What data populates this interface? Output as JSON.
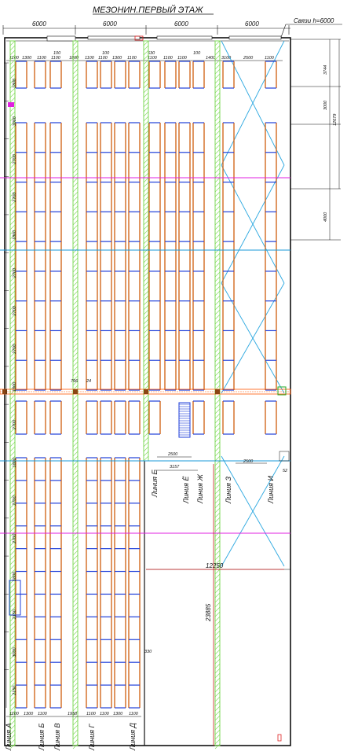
{
  "title": "МЕЗОНИН.ПЕРВЫЙ ЭТАЖ",
  "bracing_note": "Связи h=6000",
  "bays_top": [
    "6000",
    "6000",
    "6000",
    "6000"
  ],
  "top_small_dims": [
    "1100",
    "1300",
    "1100",
    "1100",
    "1800",
    "1100",
    "1100",
    "1300",
    "1100",
    "1100",
    "1100",
    "1100",
    "1400",
    "3100",
    "2500",
    "1100"
  ],
  "top_tiny_dims": [
    "100",
    "100",
    "630",
    "100"
  ],
  "bottom_small_dims": [
    "1100",
    "1300",
    "1100",
    "1950",
    "1100",
    "1100",
    "1300",
    "1100"
  ],
  "left_dims": [
    "1800",
    "3000",
    "2700",
    "2700",
    "1800",
    "2700",
    "2700",
    "2700",
    "1800",
    "2700",
    "1800",
    "2700",
    "2700",
    "1800",
    "2150",
    "3000",
    "2150"
  ],
  "right_dims": [
    "3744",
    "3000",
    "12679",
    "4000"
  ],
  "mid_dims": {
    "a": "796",
    "b": "24",
    "c": "2500",
    "d": "3157",
    "e": "2500",
    "f": "52",
    "g": "12250",
    "h": "23885",
    "i": "330"
  },
  "line_labels_right": [
    "Линия Е",
    "Линия Ё",
    "Линия Ж",
    "Линия З",
    "Линия И"
  ],
  "line_labels_bottom": [
    "Линия А",
    "Линия Б",
    "Линия В",
    "Линия Г",
    "Линия Д"
  ],
  "colors": {
    "rack": "#d2691e",
    "beam": "#1f3fd9",
    "column": "#7ed957",
    "magenta": "#e020e0",
    "cyan": "#1a9ad8",
    "bracing": "#2aa7e0",
    "dim": "#cc2222",
    "axis": "#ff5500"
  }
}
